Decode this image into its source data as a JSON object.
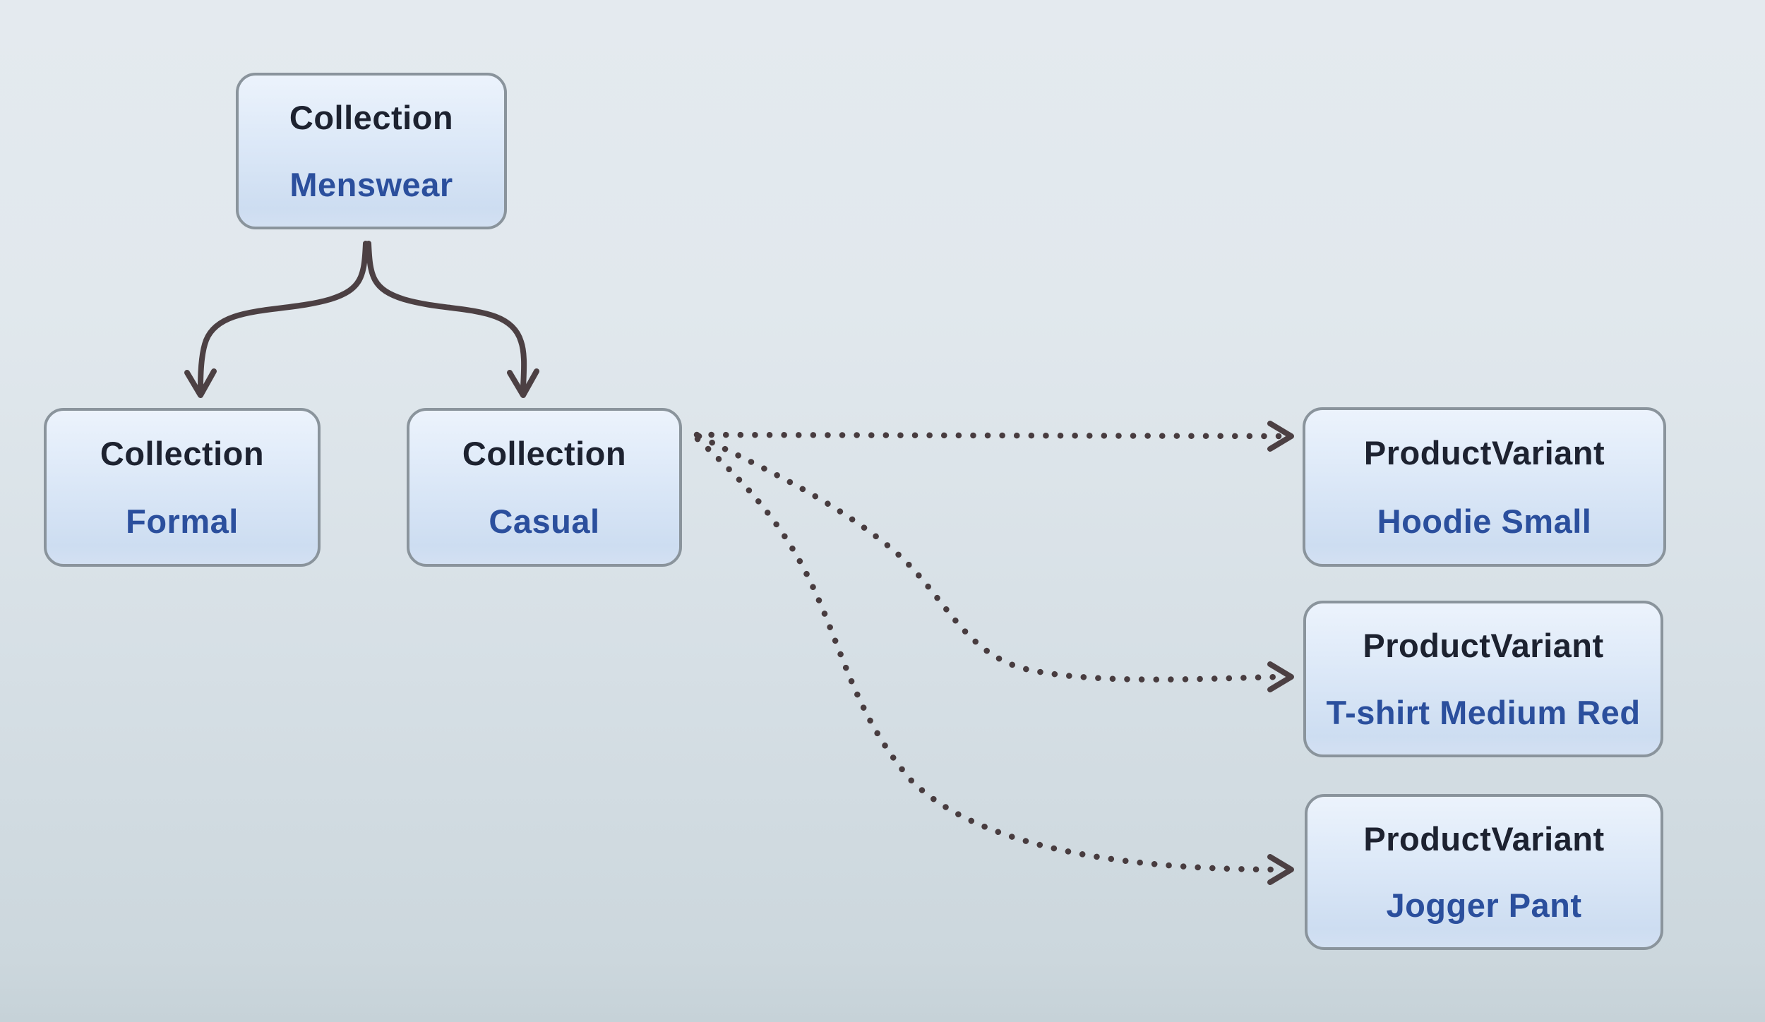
{
  "nodes": {
    "menswear": {
      "type": "Collection",
      "name": "Menswear"
    },
    "formal": {
      "type": "Collection",
      "name": "Formal"
    },
    "casual": {
      "type": "Collection",
      "name": "Casual"
    },
    "hoodie": {
      "type": "ProductVariant",
      "name": "Hoodie Small"
    },
    "tshirt": {
      "type": "ProductVariant",
      "name": "T-shirt Medium Red"
    },
    "jogger": {
      "type": "ProductVariant",
      "name": "Jogger Pant"
    }
  },
  "edges": [
    {
      "from": "Menswear",
      "to": "Formal",
      "style": "solid-curved-arrow"
    },
    {
      "from": "Menswear",
      "to": "Casual",
      "style": "solid-curved-arrow"
    },
    {
      "from": "Casual",
      "to": "Hoodie Small",
      "style": "dotted-arrow"
    },
    {
      "from": "Casual",
      "to": "T-shirt Medium Red",
      "style": "dotted-arrow"
    },
    {
      "from": "Casual",
      "to": "Jogger Pant",
      "style": "dotted-arrow"
    }
  ],
  "colors": {
    "background_top": "#e4eaef",
    "background_bottom": "#c6d2d8",
    "node_fill_top": "#ecf3fc",
    "node_fill_bottom": "#cdddf1",
    "node_border": "#8a949c",
    "type_text": "#1d2230",
    "name_text": "#2b4f9d",
    "edge": "#4c4043"
  }
}
